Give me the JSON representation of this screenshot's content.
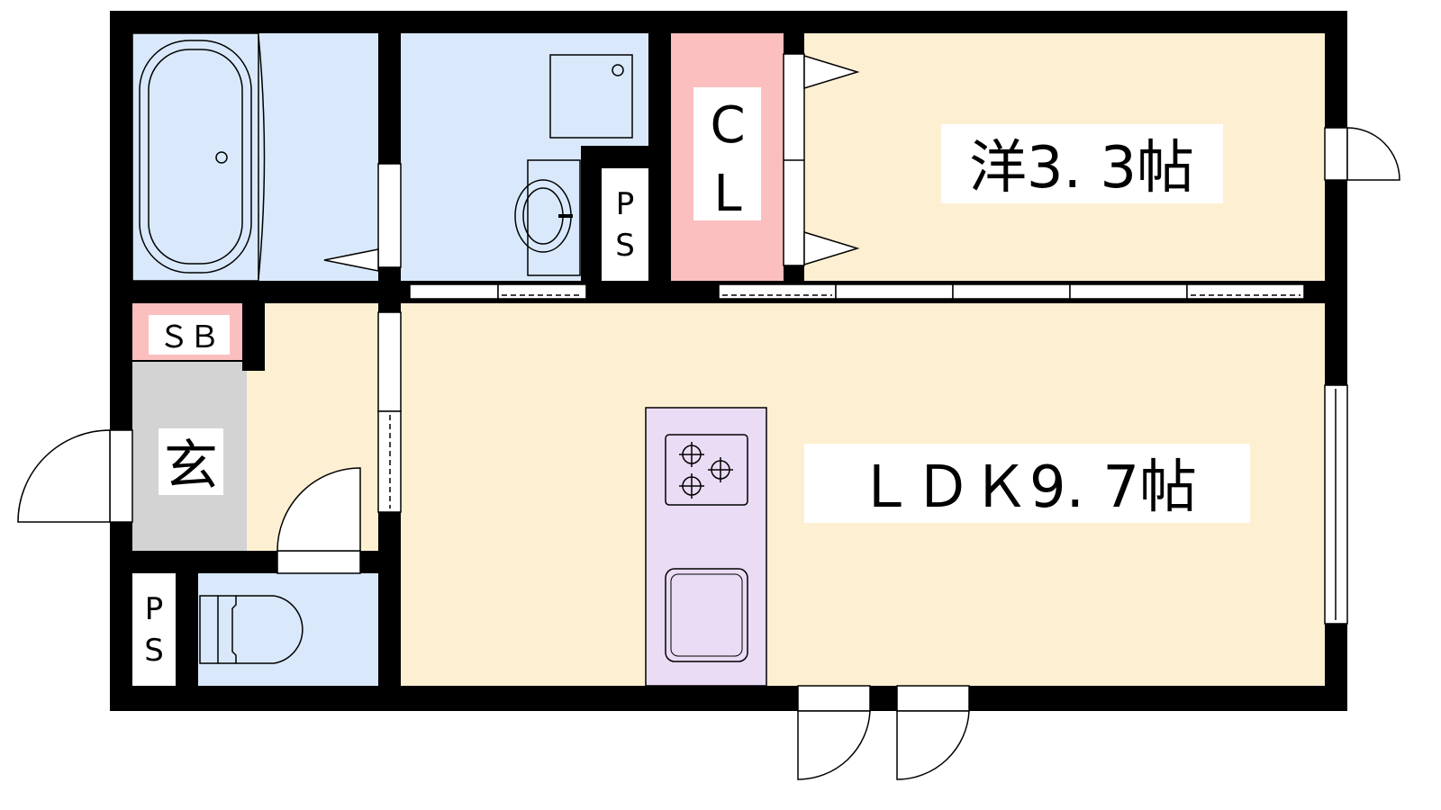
{
  "colors": {
    "wall": "#000000",
    "wet_area": "#d9e9fb",
    "room": "#fdf0d2",
    "closet": "#fbbfbf",
    "shoe_box": "#fbbfbf",
    "entrance_floor": "#d3d3d3",
    "kitchen": "#eadcf5"
  },
  "labels": {
    "western_room": "洋3. 3帖",
    "ldk": "ＬＤＫ9. 7帖",
    "closet_c": "C",
    "closet_l": "L",
    "shoe_box": "ＳＢ",
    "entrance": "玄",
    "pipe_space_p": "P",
    "pipe_space_s": "S"
  },
  "icons": [
    "bathtub-icon",
    "washbasin-icon",
    "washing-machine-pan-icon",
    "toilet-icon",
    "stove-burner-icon",
    "sink-icon",
    "door-swing-icon"
  ]
}
